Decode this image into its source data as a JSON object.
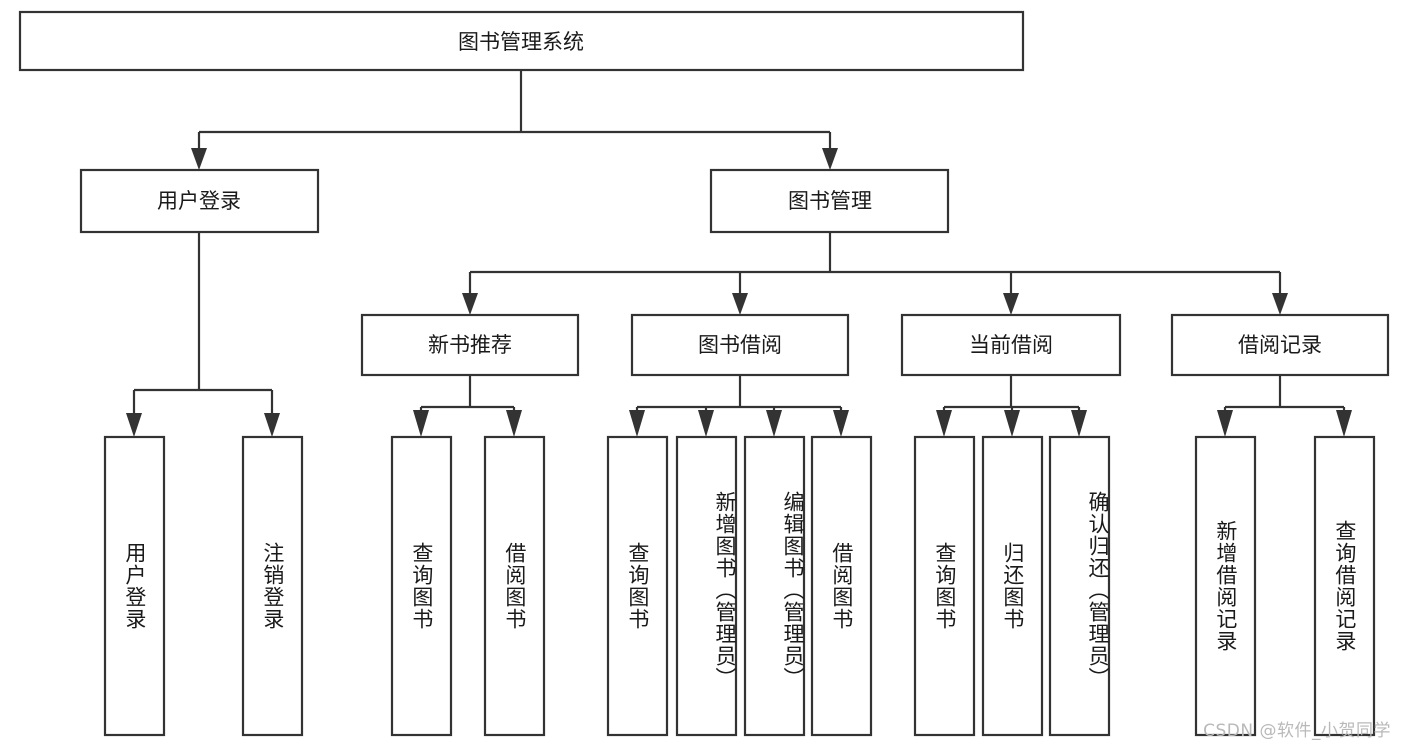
{
  "diagram": {
    "type": "tree-hierarchy",
    "title": "图书管理系统",
    "orientation": "top-down",
    "colors": {
      "box_stroke": "#333333",
      "box_fill": "#ffffff",
      "connector": "#333333",
      "text": "#1a1a1a",
      "watermark": "#b9b9b9",
      "background": "#ffffff"
    },
    "root": {
      "label": "图书管理系统"
    },
    "level2": [
      {
        "label": "用户登录"
      },
      {
        "label": "图书管理"
      }
    ],
    "level3": [
      {
        "label": "新书推荐"
      },
      {
        "label": "图书借阅"
      },
      {
        "label": "当前借阅"
      },
      {
        "label": "借阅记录"
      }
    ],
    "leaves": {
      "user_login": [
        {
          "label": "用户登录"
        },
        {
          "label": "注销登录"
        }
      ],
      "new_book_recommend": [
        {
          "label": "查询图书"
        },
        {
          "label": "借阅图书"
        }
      ],
      "book_borrow": [
        {
          "label": "查询图书"
        },
        {
          "label": "新增图书（管理员）"
        },
        {
          "label": "编辑图书（管理员）"
        },
        {
          "label": "借阅图书"
        }
      ],
      "current_borrow": [
        {
          "label": "查询图书"
        },
        {
          "label": "归还图书"
        },
        {
          "label": "确认归还（管理员）"
        }
      ],
      "borrow_record": [
        {
          "label": "新增借阅记录"
        },
        {
          "label": "查询借阅记录"
        }
      ]
    }
  },
  "watermark": {
    "text": "CSDN @软件_小贺同学"
  }
}
